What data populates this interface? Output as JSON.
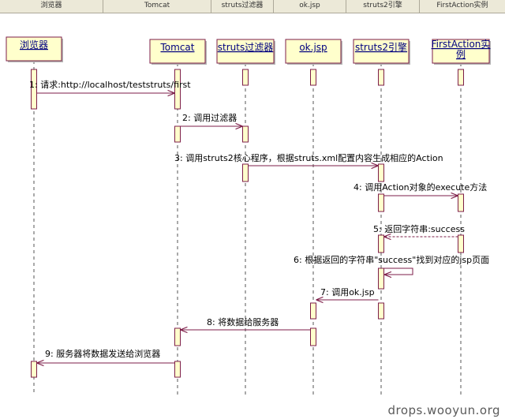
{
  "header": {
    "columns": [
      "浏览器",
      "Tomcat",
      "struts过滤器",
      "ok.jsp",
      "struts2引擎",
      "FirstAction实例"
    ]
  },
  "participants": [
    {
      "id": "browser",
      "label_lines": [
        "浏览器"
      ]
    },
    {
      "id": "tomcat",
      "label_lines": [
        "Tomcat"
      ]
    },
    {
      "id": "filter",
      "label_lines": [
        "struts过滤器"
      ]
    },
    {
      "id": "okjsp",
      "label_lines": [
        "ok.jsp"
      ]
    },
    {
      "id": "engine",
      "label_lines": [
        "struts2引擎"
      ]
    },
    {
      "id": "action",
      "label_lines": [
        "FirstAction实",
        "例"
      ]
    }
  ],
  "messages": [
    {
      "id": "m1",
      "text": "1: 请求:http://localhost/teststruts/first",
      "from": "browser",
      "to": "tomcat",
      "kind": "call"
    },
    {
      "id": "m2",
      "text": "2: 调用过滤器",
      "from": "tomcat",
      "to": "filter",
      "kind": "call"
    },
    {
      "id": "m3",
      "text": "3: 调用struts2核心程序，根据struts.xml配置内容生成相应的Action",
      "from": "filter",
      "to": "engine",
      "kind": "call"
    },
    {
      "id": "m4",
      "text": "4: 调用Action对象的execute方法",
      "from": "engine",
      "to": "action",
      "kind": "call"
    },
    {
      "id": "m5",
      "text": "5: 返回字符串:success",
      "from": "action",
      "to": "engine",
      "kind": "return"
    },
    {
      "id": "m6",
      "text": "6: 根据返回的字符串\"success\"找到对应的jsp页面",
      "from": "engine",
      "to": "engine",
      "kind": "self"
    },
    {
      "id": "m7",
      "text": "7: 调用ok.jsp",
      "from": "engine",
      "to": "okjsp",
      "kind": "call"
    },
    {
      "id": "m8",
      "text": "8: 将数据给服务器",
      "from": "okjsp",
      "to": "tomcat",
      "kind": "call"
    },
    {
      "id": "m9",
      "text": "9: 服务器将数据发送给浏览器",
      "from": "tomcat",
      "to": "browser",
      "kind": "call"
    }
  ],
  "watermark": "drops.wooyun.org",
  "colors": {
    "box_fill": "#ffffcc",
    "box_border": "#7d1e48",
    "label_text": "#000080",
    "lifeline": "#555555",
    "arrow": "#7d1e48",
    "message_text": "#000000"
  }
}
